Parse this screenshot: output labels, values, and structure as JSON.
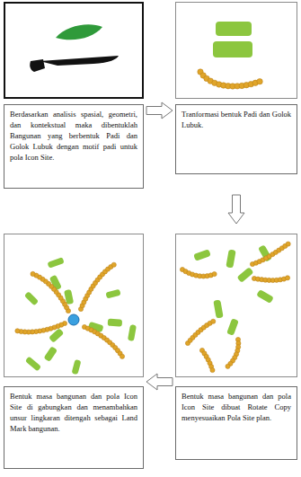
{
  "diagram": {
    "nodes": [
      {
        "text": [
          "Berdasarkan analisis spasial, geometri, dan kontekstual maka dibentuklah Bangunan yang berbentuk Padi dan Golok Lubuk dengan motif padi untuk pola Icon Site."
        ]
      },
      {
        "text": [
          "Tranformasi bentuk Padi dan Golok Lubuk."
        ]
      },
      {
        "text": [
          "Bentuk masa bangunan dan pola Icon Site di gabungkan dan menambahkan unsur lingkaran ditengah sebagai Land Mark bangunan."
        ]
      },
      {
        "text": [
          "Bentuk masa bangunan dan pola Icon Site dibuat Rotate Copy menyesuaikan Pola Site plan."
        ]
      }
    ],
    "edges": [
      {
        "from": 0,
        "to": 1,
        "arrow": "to"
      },
      {
        "from": 1,
        "to": 3,
        "arrow": "to"
      },
      {
        "from": 3,
        "to": 2,
        "arrow": "to"
      }
    ]
  }
}
